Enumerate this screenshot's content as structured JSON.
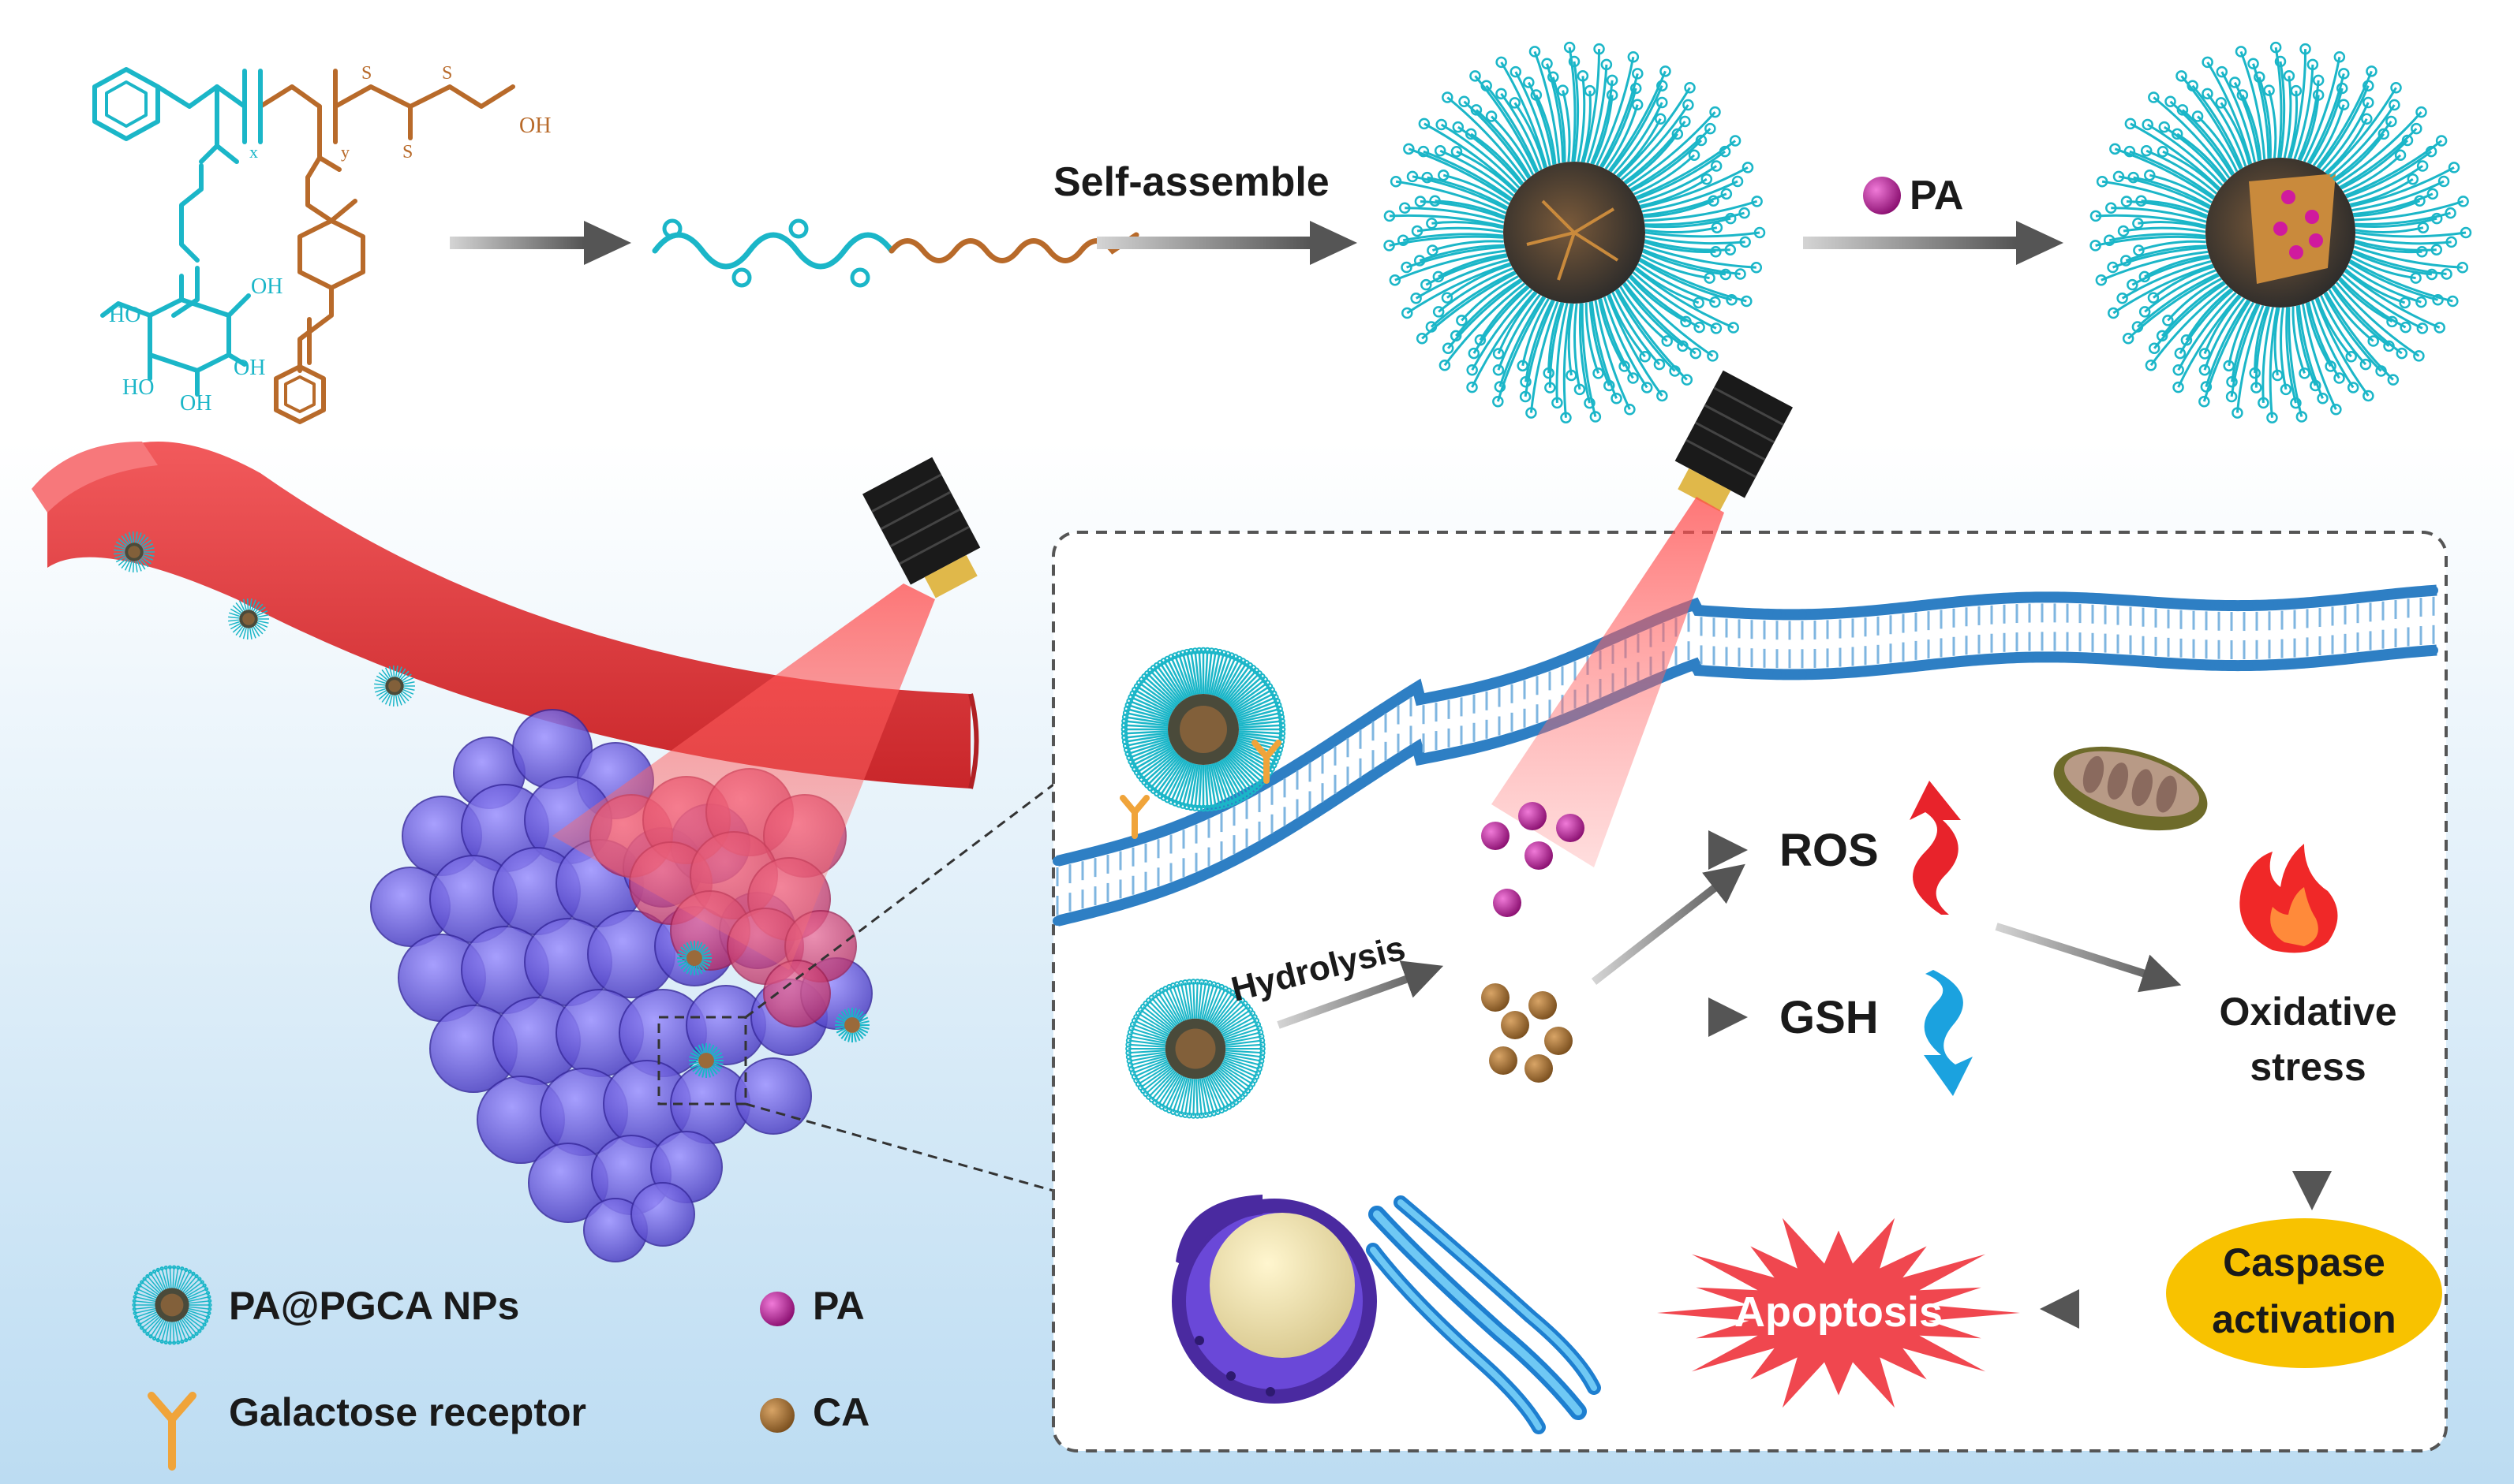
{
  "structure": {
    "oh_labels": [
      "OH",
      "HO",
      "OH",
      "HO",
      "OH",
      "OH"
    ],
    "subscripts": [
      "x",
      "y"
    ],
    "sulfur_labels": [
      "S",
      "S",
      "S"
    ]
  },
  "flow": {
    "self_assemble": "Self-assemble",
    "pa_label": "PA"
  },
  "mechanism": {
    "hydrolysis": "Hydrolysis",
    "ros": "ROS",
    "gsh": "GSH",
    "oxidative_line1": "Oxidative",
    "oxidative_line2": "stress",
    "caspase_line1": "Caspase",
    "caspase_line2": "activation",
    "apoptosis": "Apoptosis"
  },
  "legend": {
    "nps": "PA@PGCA NPs",
    "receptor": "Galactose receptor",
    "pa": "PA",
    "ca": "CA"
  },
  "colors": {
    "cyan": "#1bb6c8",
    "brown": "#b86a2a",
    "vessel_red": "#e8393c",
    "tumor_blue": "#6e5ee0",
    "tumor_pink": "#d84a7a",
    "pa_magenta": "#b0188e",
    "ca_brown": "#a8763a",
    "membrane_blue": "#2e7fc4",
    "ros_red": "#e8232b",
    "gsh_blue": "#1ba2df",
    "caspase_yellow": "#f8c200",
    "apoptosis_red": "#f0474f"
  },
  "icons": [
    "laser-device-icon",
    "mitochondrion-icon",
    "fire-icon",
    "nucleus-icon",
    "endoplasmic-reticulum-icon",
    "up-arrow-icon",
    "down-arrow-icon"
  ]
}
